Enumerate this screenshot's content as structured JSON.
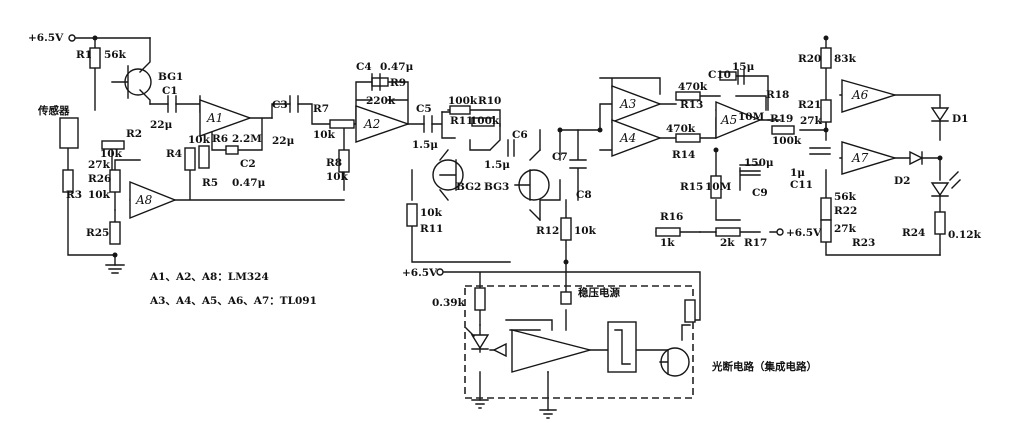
{
  "supply": {
    "top": "+6.5V",
    "mid": "+6.5V",
    "r17_node": "+6.5V"
  },
  "sensor_label": "传感器",
  "regulator_label": "稳压电源",
  "optical_label": "光断电路（集成电路）",
  "notes": {
    "line1": "A1、A2、A8：LM324",
    "line2": "A3、A4、A5、A6、A7：TL091"
  },
  "amps": {
    "a1": "A1",
    "a2": "A2",
    "a3": "A3",
    "a4": "A4",
    "a5": "A5",
    "a6": "A6",
    "a7": "A7",
    "a8": "A8"
  },
  "components": {
    "r1": "R1",
    "r1v": "56k",
    "bg1": "BG1",
    "c1": "C1",
    "c1v": "22μ",
    "r2": "R2",
    "r2v": "10k",
    "r26": "R26",
    "r26v": "27k",
    "r3": "R3",
    "r3v": "10k",
    "r25": "R25",
    "r4": "R4",
    "r4v": "10k",
    "r5": "R5",
    "r6": "R6",
    "r6v": "2.2M",
    "c2": "C2",
    "c2v": "0.47μ",
    "c3": "C3",
    "c3v": "22μ",
    "r7": "R7",
    "r7v": "10k",
    "c4": "C4",
    "c4v": "0.47μ",
    "r9": "R9",
    "r9v": "220k",
    "r8": "R8",
    "r8v": "10k",
    "c5": "C5",
    "c5v": "1.5μ",
    "r10": "R10",
    "r10v": "100k",
    "r11x": "R11",
    "r11xv": "100k",
    "c6": "C6",
    "c6v": "1.5μ",
    "bg2": "BG2",
    "bg3": "BG3",
    "r11": "R11",
    "r11v": "10k",
    "c7": "C7",
    "c8": "C8",
    "r12": "R12",
    "r12v": "10k",
    "r13": "R13",
    "r13v": "470k",
    "r14": "R14",
    "r14v": "470k",
    "c10": "C10",
    "c10v": "15μ",
    "r18": "R18",
    "r18v": "10M",
    "c9": "C9",
    "c9v": "150μ",
    "r15": "R15",
    "r15v": "10M",
    "r16": "R16",
    "r16v": "1k",
    "r17": "R17",
    "r17v": "2k",
    "r19": "R19",
    "r19v": "100k",
    "c11": "C11",
    "c11v": "1μ",
    "r20": "R20",
    "r20v": "83k",
    "r21": "R21",
    "r21v": "27k",
    "r22": "R22",
    "r22v": "56k",
    "r23": "R23",
    "r23v": "27k",
    "d1": "D1",
    "d2": "D2",
    "r24": "R24",
    "r24v": "0.12k",
    "r_reg": "0.39k"
  }
}
